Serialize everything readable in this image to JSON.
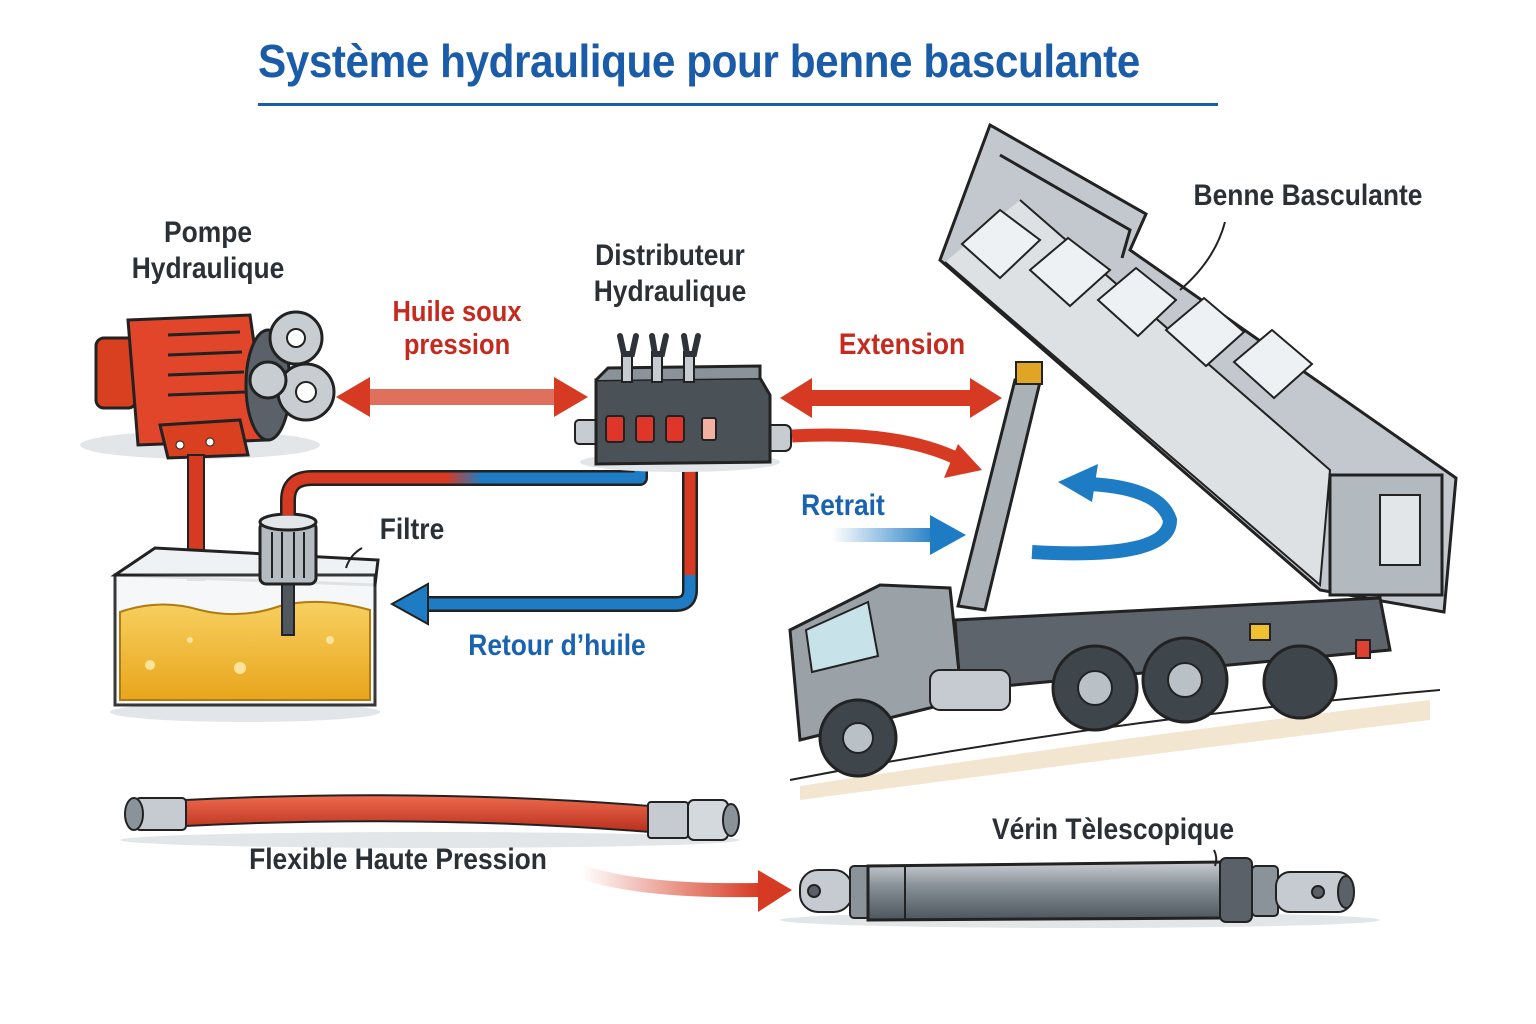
{
  "title": "Système hydraulique pour benne basculante",
  "colors": {
    "title_blue": "#1a5ca8",
    "pressure_red": "#d63a22",
    "return_blue": "#1e7cc4",
    "oil_yellow": "#f2b72a",
    "steel_gray": "#6f7780",
    "label_dark": "#2a3035"
  },
  "components": {
    "pump": {
      "label_line1": "Pompe",
      "label_line2": "Hydraulique",
      "icon": "hydraulic-pump-icon"
    },
    "distributor": {
      "label_line1": "Distributeur",
      "label_line2": "Hydraulique",
      "icon": "control-valve-icon",
      "lever_count": 3
    },
    "filter": {
      "label": "Filtre",
      "icon": "filter-icon"
    },
    "tank": {
      "icon": "oil-tank-icon"
    },
    "dump_body": {
      "label": "Benne Basculante",
      "icon": "dump-truck-icon"
    },
    "hose": {
      "label": "Flexible Haute Pression",
      "icon": "hose-icon"
    },
    "cylinder": {
      "label": "Vérin Tèlescopique",
      "icon": "telescopic-cylinder-icon"
    }
  },
  "flows": {
    "pressure": {
      "label_line1": "Huile soux",
      "label_line2": "pression"
    },
    "return": {
      "label": "Retour d’huile"
    },
    "extension": {
      "label": "Extension"
    },
    "retraction": {
      "label": "Retrait"
    }
  }
}
